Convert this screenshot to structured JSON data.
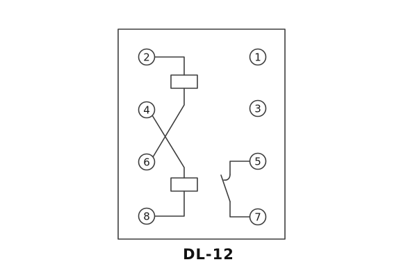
{
  "diagram": {
    "title": "DL-12",
    "kind": "relay-rear-terminal-wiring-diagram",
    "terminals": {
      "t1": "1",
      "t2": "2",
      "t3": "3",
      "t4": "4",
      "t5": "5",
      "t6": "6",
      "t7": "7",
      "t8": "8"
    },
    "components": {
      "coil1": "coil",
      "coil2": "coil",
      "contact": "normally-open-contact"
    },
    "connections": [
      "terminal-2 -> coil-1 -> crossover -> terminal-6",
      "terminal-4 -> crossover -> coil-2 -> terminal-8",
      "terminal-5 -> contact -> terminal-7"
    ],
    "colors": {
      "line": "#3d3d3d",
      "text": "#1a1a1a",
      "background": "#ffffff"
    }
  }
}
